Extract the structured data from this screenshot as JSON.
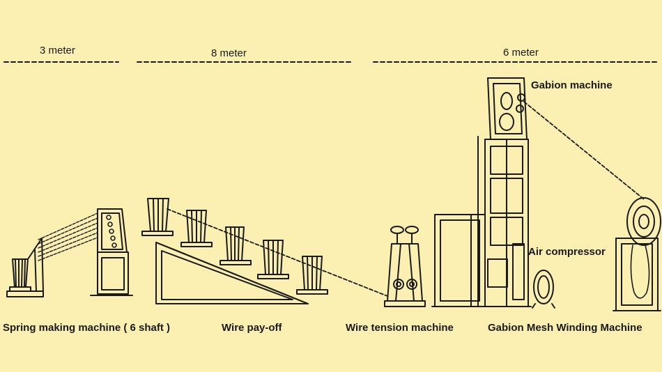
{
  "dimensions": {
    "d1": "3 meter",
    "d2": "8 meter",
    "d3": "6 meter"
  },
  "labels": {
    "gabion": "Gabion machine",
    "air": "Air compressor",
    "spring": "Spring making machine ( 6 shaft )",
    "payoff": "Wire pay-off",
    "tension": "Wire tension machine",
    "winding": "Gabion Mesh Winding Machine"
  },
  "colors": {
    "background": "#fbefb2",
    "ink": "#1a1a1a"
  }
}
